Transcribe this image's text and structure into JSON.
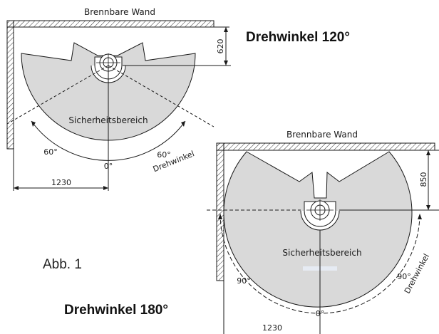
{
  "diagram_120": {
    "wall_label": "Brennbare Wand",
    "title": "Drehwinkel 120°",
    "dim_vertical": "620",
    "zone_label": "Sicherheitsbereich",
    "angle_left": "60°",
    "angle_right": "60°",
    "angle_zero": "0°",
    "arc_label": "Drehwinkel",
    "dim_horizontal": "1230"
  },
  "figure_label": "Abb. 1",
  "diagram_180": {
    "wall_label": "Brennbare Wand",
    "title": "Drehwinkel 180°",
    "dim_vertical": "850",
    "zone_label": "Sicherheitsbereich",
    "angle_left": "90°",
    "angle_right": "90°",
    "angle_zero": "0°",
    "arc_label": "Drehwinkel",
    "dim_horizontal": "1230"
  },
  "colors": {
    "zone_fill": "#d9d9d9",
    "line": "#1a1a1a"
  }
}
